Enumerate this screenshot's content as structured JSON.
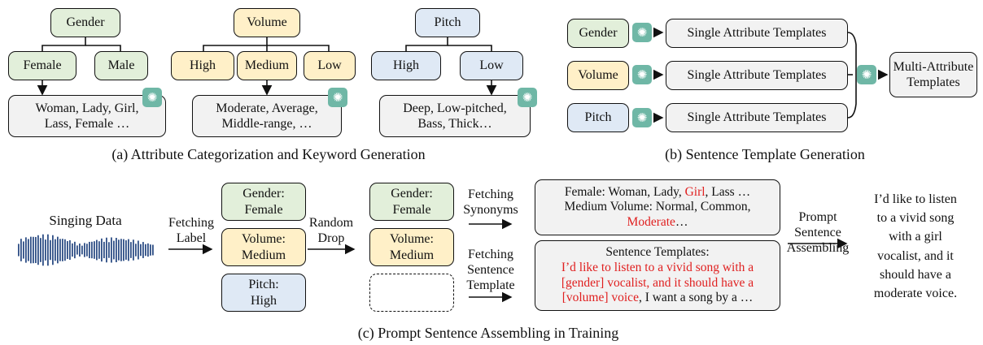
{
  "captions": {
    "a": "(a) Attribute Categorization and Keyword Generation",
    "b": "(b) Sentence Template Generation",
    "c": "(c) Prompt Sentence Assembling in Training"
  },
  "panel_a": {
    "gender": {
      "root": "Gender",
      "left": "Female",
      "right": "Male",
      "keywords_1": "Woman, Lady, Girl,",
      "keywords_2": "Lass, Female …"
    },
    "volume": {
      "root": "Volume",
      "left": "High",
      "mid": "Medium",
      "right": "Low",
      "keywords_1": "Moderate, Average,",
      "keywords_2": "Middle-range, …"
    },
    "pitch": {
      "root": "Pitch",
      "left": "High",
      "right": "Low",
      "keywords_1": "Deep, Low-pitched,",
      "keywords_2": "Bass, Thick…"
    }
  },
  "panel_b": {
    "attrs": [
      "Gender",
      "Volume",
      "Pitch"
    ],
    "single": "Single Attribute Templates",
    "multi_1": "Multi-Attribute",
    "multi_2": "Templates"
  },
  "panel_c": {
    "singing_data": "Singing Data",
    "fetch_label_1": "Fetching",
    "fetch_label_2": "Label",
    "labels": {
      "gender_1": "Gender:",
      "gender_2": "Female",
      "volume_1": "Volume:",
      "volume_2": "Medium",
      "pitch_1": "Pitch:",
      "pitch_2": "High"
    },
    "random_drop_1": "Random",
    "random_drop_2": "Drop",
    "fetch_syn_1": "Fetching",
    "fetch_syn_2": "Synonyms",
    "fetch_tpl_1": "Fetching",
    "fetch_tpl_2": "Sentence",
    "fetch_tpl_3": "Template",
    "syn_line1_a": "Female: Woman, Lady, ",
    "syn_line1_red": "Girl",
    "syn_line1_b": ", Lass …",
    "syn_line2": "Medium Volume: Normal, Common,",
    "syn_line3_red": "Moderate",
    "syn_line3_b": "…",
    "tpl_title": "Sentence Templates:",
    "tpl_red_1": "I’d like to listen to a vivid song with a",
    "tpl_red_2": "[gender] vocalist, and it should have a",
    "tpl_red_3": "[volume] voice",
    "tpl_tail": ", I want a song by a …",
    "assembling_1": "Prompt",
    "assembling_2": "Sentence",
    "assembling_3": "Assembling",
    "output": [
      "I’d like to listen",
      "to a vivid song",
      "with a girl",
      "vocalist, and it",
      "should have a",
      "moderate voice."
    ]
  }
}
